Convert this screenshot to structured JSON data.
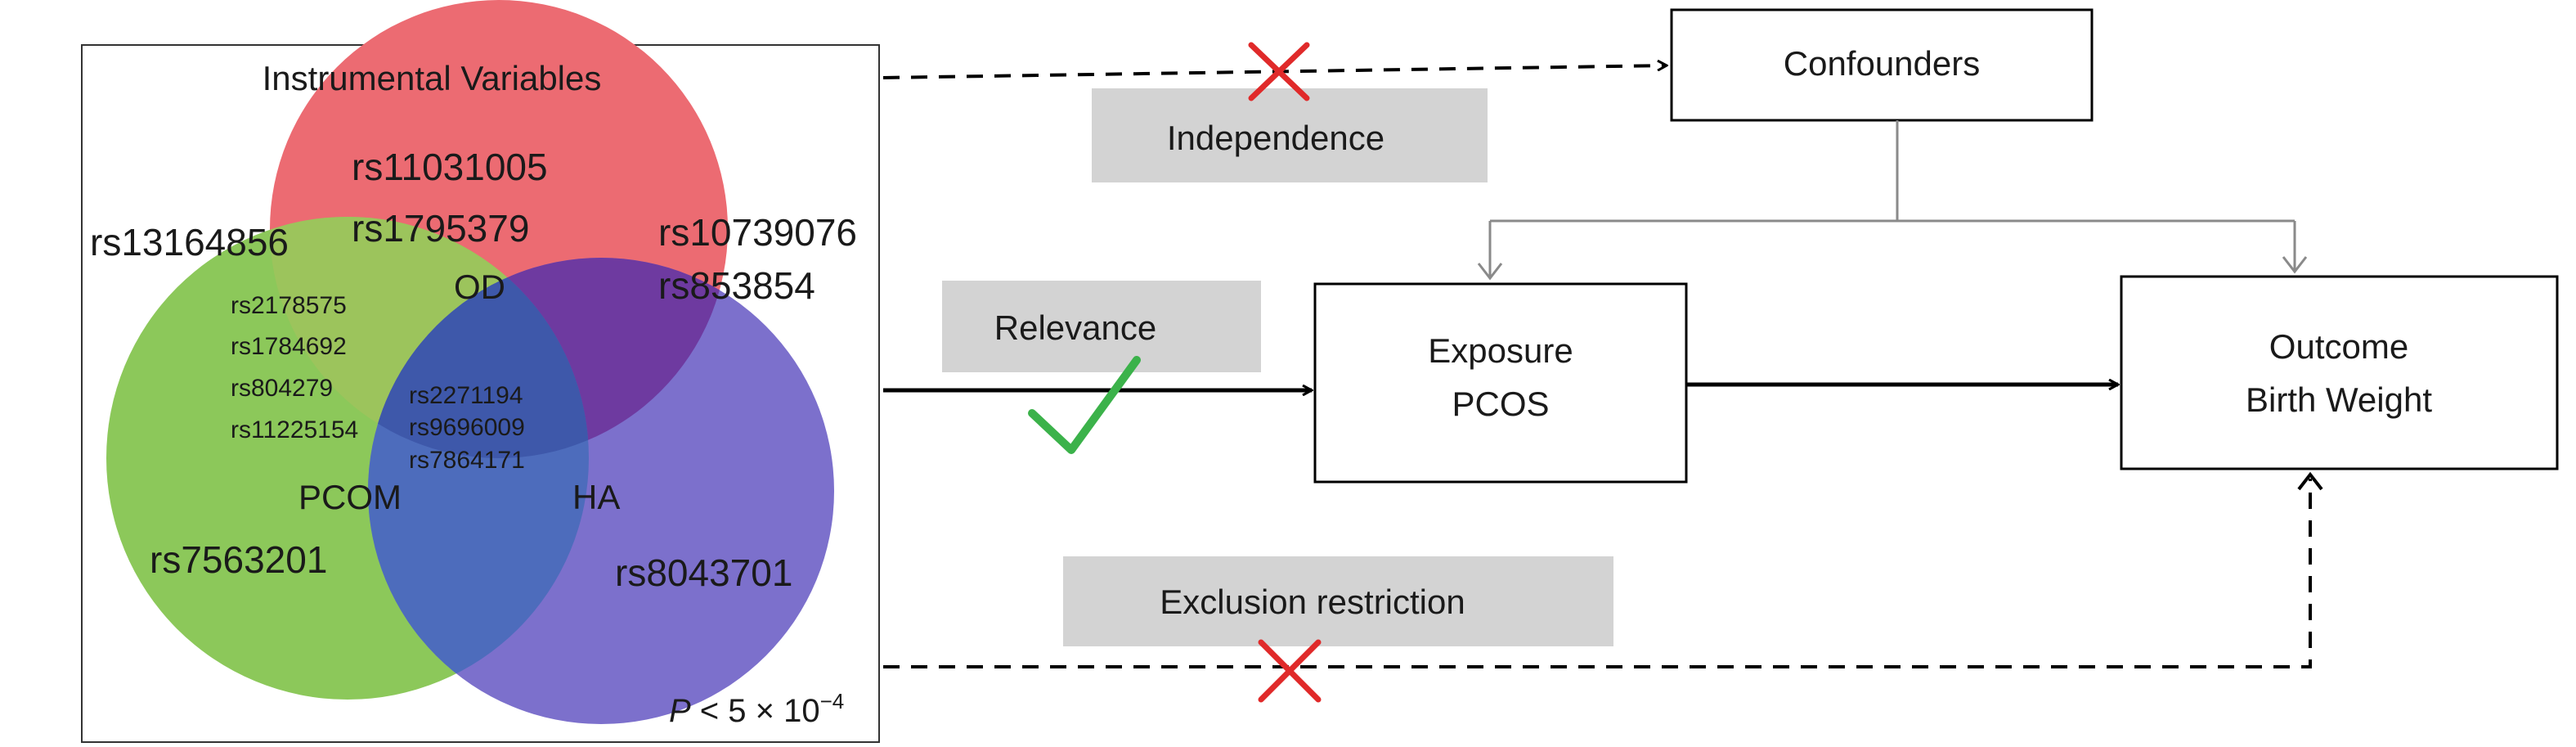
{
  "colors": {
    "od_circle": "#ec6b72",
    "pcom_circle": "#8cc85a",
    "ha_circle": "#7c70cc",
    "overlap_od_ha": "#6b3a9a",
    "overlap_pcom_ha": "#4a6ab8",
    "overlap_all": "#3e5aa8",
    "gray_label_bg": "#d3d3d3",
    "cross_red": "#e02a2a",
    "check_green": "#3bb24a",
    "confounder_arrow": "#8a8a8a"
  },
  "venn": {
    "title": "Instrumental Variables",
    "labels": {
      "od": "OD",
      "pcom": "PCOM",
      "ha": "HA"
    },
    "snps_od_only": [
      "rs11031005",
      "rs1795379"
    ],
    "snp_outer_left": "rs13164856",
    "snps_outer_right": [
      "rs10739076",
      "rs853854"
    ],
    "snps_od_pcom": [
      "rs2178575",
      "rs1784692",
      "rs804279",
      "rs11225154"
    ],
    "snps_center": [
      "rs2271194",
      "rs9696009",
      "rs7864171"
    ],
    "snp_pcom_only": "rs7563201",
    "snp_ha_only": "rs8043701",
    "pvalue": {
      "p": "P",
      "rest": " < 5 × 10",
      "exp": "−4"
    }
  },
  "assumptions": {
    "independence": "Independence",
    "relevance": "Relevance",
    "exclusion": "Exclusion restriction"
  },
  "boxes": {
    "confounders": "Confounders",
    "exposure": [
      "Exposure",
      "PCOS"
    ],
    "outcome": [
      "Outcome",
      "Birth Weight"
    ]
  }
}
